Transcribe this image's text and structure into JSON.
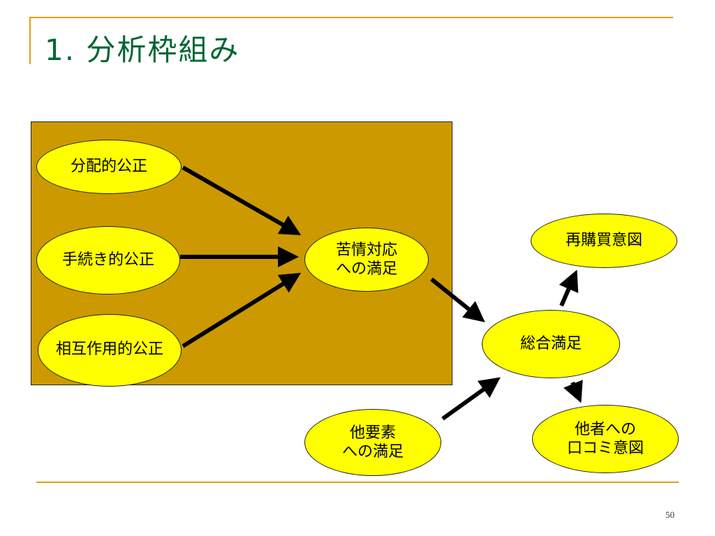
{
  "slide": {
    "title": "1. 分析枠組み",
    "page_number": "50"
  },
  "nodes": {
    "distributive_justice": "分配的公正",
    "procedural_justice": "手続き的公正",
    "interactional_justice": "相互作用的公正",
    "complaint_satisfaction": "苦情対応\nへの満足",
    "other_satisfaction": "他要素\nへの満足",
    "overall_satisfaction": "総合満足",
    "repurchase_intention": "再購買意図",
    "wom_intention": "他者への\n口コミ意図"
  },
  "colors": {
    "box": "#cc9900",
    "node_fill": "#ffff00",
    "title": "#006633",
    "rule": "#e0a010",
    "arrow": "#000000"
  }
}
